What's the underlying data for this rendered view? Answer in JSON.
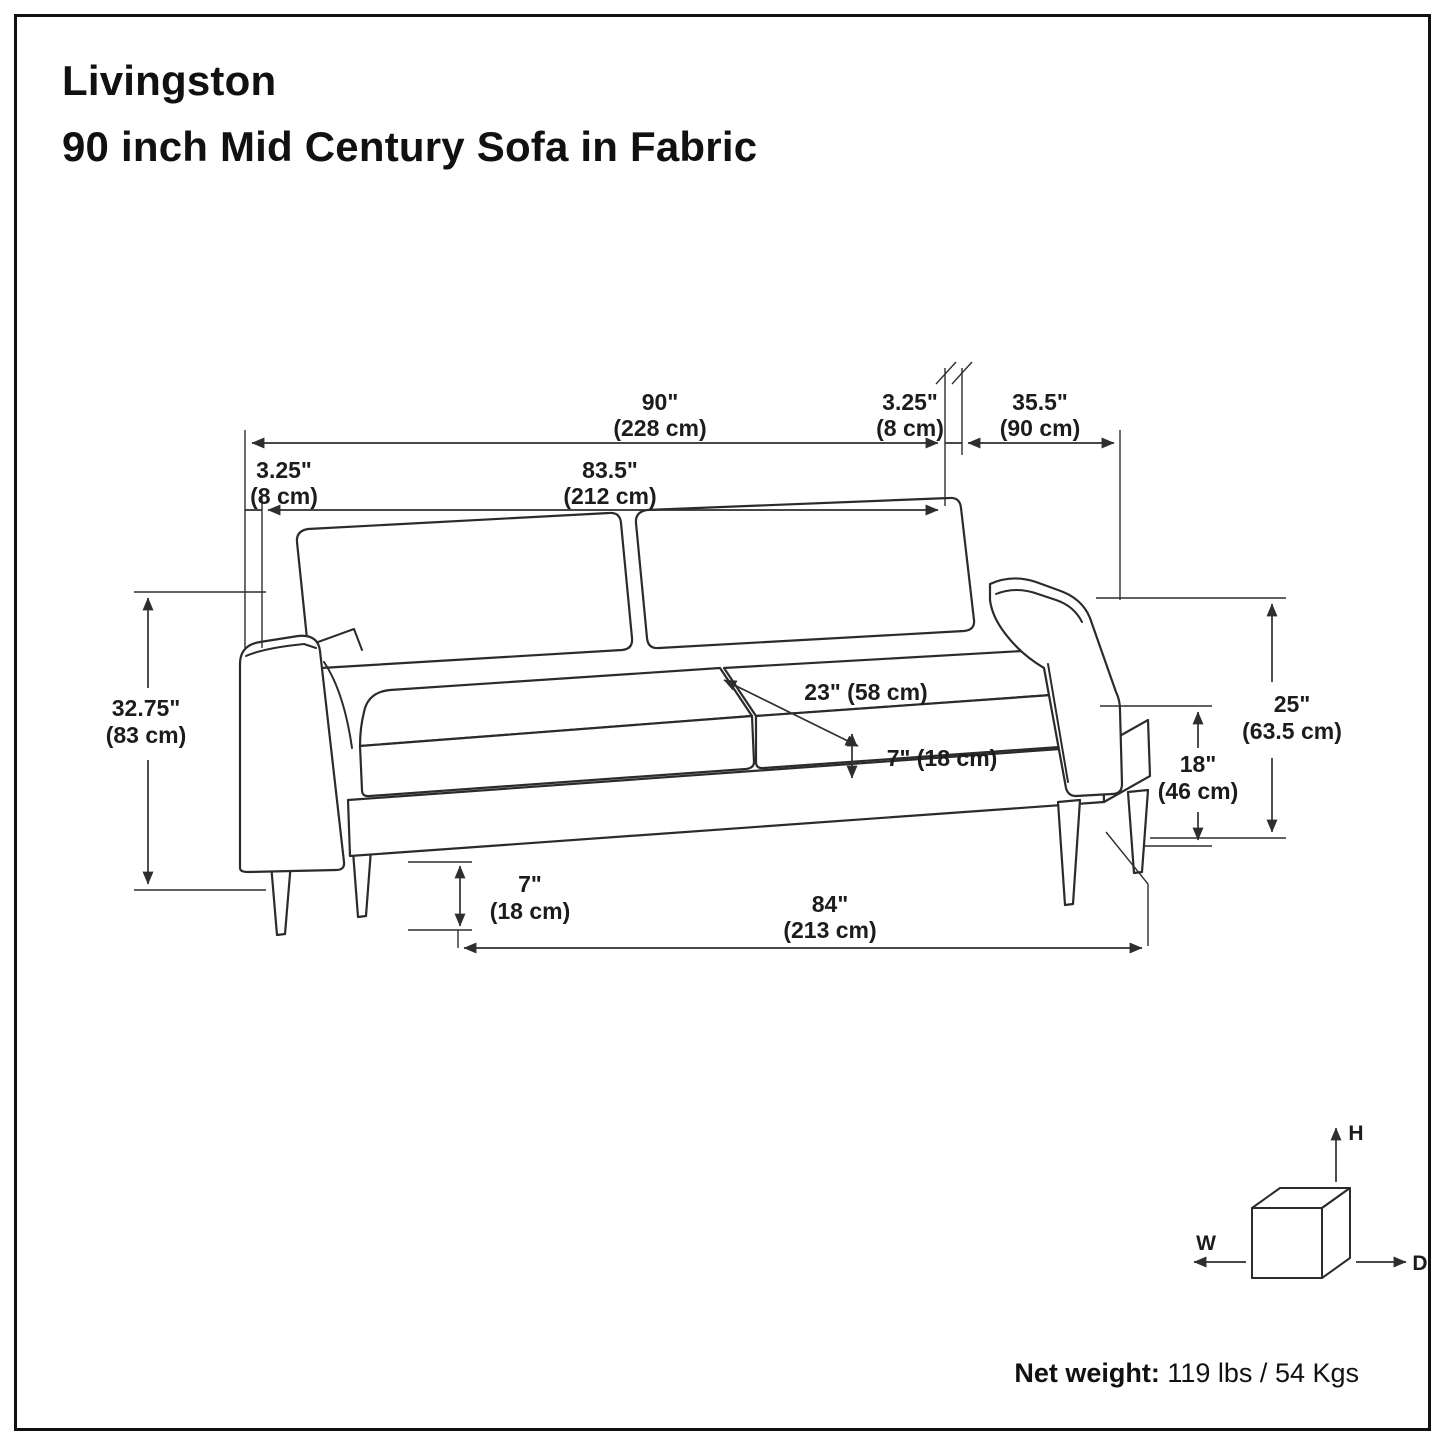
{
  "title": {
    "product_name": "Livingston",
    "product_subtitle": "90 inch Mid Century Sofa in Fabric"
  },
  "dimensions": {
    "overall_width": {
      "inches": "90\"",
      "metric": "(228 cm)"
    },
    "arm_width_right": {
      "inches": "3.25\"",
      "metric": "(8 cm)"
    },
    "overall_depth": {
      "inches": "35.5\"",
      "metric": "(90 cm)"
    },
    "arm_width_left": {
      "inches": "3.25\"",
      "metric": "(8 cm)"
    },
    "interior_width": {
      "inches": "83.5\"",
      "metric": "(212 cm)"
    },
    "overall_height": {
      "inches": "32.75\"",
      "metric": "(83 cm)"
    },
    "seat_depth": {
      "combined": "23\" (58 cm)"
    },
    "seat_cushion_thickness": {
      "combined": "7\" (18 cm)"
    },
    "seat_height": {
      "inches": "18\"",
      "metric": "(46 cm)"
    },
    "arm_height": {
      "inches": "25\"",
      "metric": "(63.5 cm)"
    },
    "leg_height": {
      "inches": "7\"",
      "metric": "(18 cm)"
    },
    "base_width": {
      "inches": "84\"",
      "metric": "(213 cm)"
    }
  },
  "axis_indicator": {
    "height_label": "H",
    "width_label": "W",
    "depth_label": "D"
  },
  "footer": {
    "net_weight_label": "Net weight:",
    "net_weight_value": "119 lbs / 54 Kgs"
  },
  "colors": {
    "line": "#2b2b2b",
    "background": "#ffffff"
  }
}
